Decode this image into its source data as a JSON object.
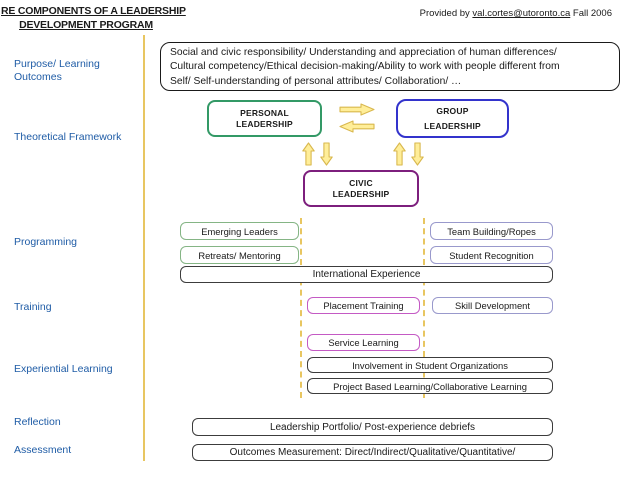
{
  "slide": {
    "title": {
      "line1": "RE COMPONENTS OF A LEADERSHIP",
      "line2": "DEVELOPMENT PROGRAM"
    },
    "credit": {
      "prefix": "Provided by ",
      "email": "val.cortes@utoronto.ca",
      "suffix": " Fall 2006"
    }
  },
  "outcomes_box": {
    "lines": [
      "Social and civic responsibility/ Understanding and appreciation of human differences/",
      "Cultural competency/Ethical decision-making/Ability to work with people different from",
      "Self/ Self-understanding of personal attributes/ Collaboration/  …"
    ]
  },
  "sidebar": {
    "purpose": "Purpose/ Learning Outcomes",
    "theoretical": "Theoretical Framework",
    "programming": "Programming",
    "training": "Training",
    "experiential": "Experiential Learning",
    "reflection": "Reflection",
    "assessment": "Assessment"
  },
  "framework": {
    "personal": {
      "line1": "PERSONAL",
      "line2": "LEADERSHIP"
    },
    "group": {
      "line1": "GROUP",
      "line2": "LEADERSHIP"
    },
    "civic": {
      "line1": "CIVIC",
      "line2": "LEADERSHIP"
    },
    "arrow_icons": [
      "arrow-right-icon",
      "arrow-left-icon",
      "arrow-up-icon",
      "arrow-down-icon"
    ]
  },
  "programming": {
    "emerging_leaders": "Emerging Leaders",
    "retreats_mentoring": "Retreats/ Mentoring",
    "team_building": "Team Building/Ropes",
    "student_recognition": "Student Recognition",
    "international_experience": "International Experience"
  },
  "training": {
    "placement_training": "Placement Training",
    "skill_development": "Skill Development"
  },
  "experiential": {
    "service_learning": "Service Learning",
    "involvement": "Involvement in Student Organizations",
    "project_based": "Project Based Learning/Collaborative Learning"
  },
  "reflection_row": "Leadership Portfolio/ Post-experience debriefs",
  "assessment_row": "Outcomes Measurement: Direct/Indirect/Qualitative/Quantitative/",
  "colors": {
    "personal_green": "#339966",
    "group_blue": "#3333CC",
    "civic_purple": "#7D1F7D",
    "light_green_border": "#85B585",
    "periwinkle_border": "#9999CC",
    "magenta_border": "#C45AC4",
    "dark_border": "#3C3C3C",
    "gold_line": "#E8C661",
    "sidebar_label_blue": "#1F5CA6",
    "arrow_fill": "#FFEE99",
    "arrow_stroke": "#D9B84E"
  }
}
